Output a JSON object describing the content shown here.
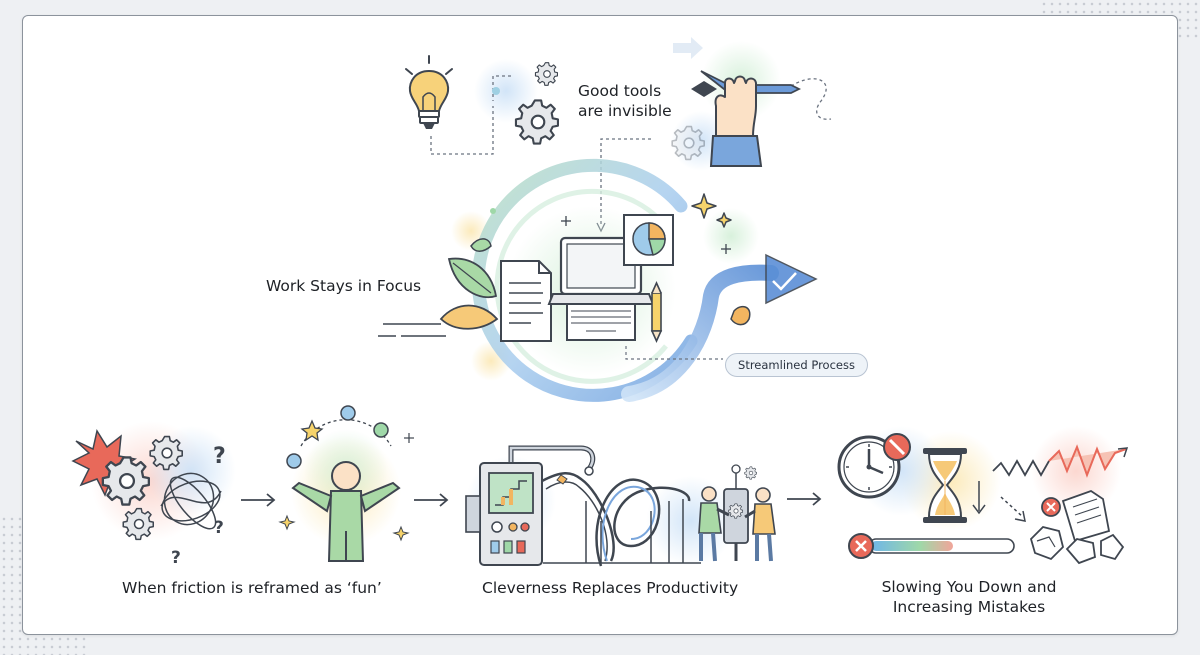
{
  "top": {
    "title_line1": "Good tools",
    "title_line2": "are invisible"
  },
  "middle": {
    "focus_label": "Work Stays in Focus",
    "process_pill": "Streamlined Process"
  },
  "bottom": {
    "friction_label": "When friction is reframed as ‘fun’",
    "cleverness_label": "Cleverness Replaces Productivity",
    "slowing_line1": "Slowing You Down and",
    "slowing_line2": "Increasing Mistakes"
  },
  "colors": {
    "line": "#3f4650",
    "blue": "#5b8fd6",
    "green": "#8fcf9a",
    "orange": "#f2b560",
    "red": "#e8695a",
    "yellow": "#f6d36b"
  },
  "icons": [
    "lightbulb-icon",
    "gear-icon",
    "pen-hand-icon",
    "document-icon",
    "laptop-icon",
    "pie-chart-icon",
    "pencil-icon",
    "arrow-icon",
    "tangled-gears-icon",
    "juggler-icon",
    "rube-goldberg-machine-icon",
    "clock-icon",
    "hourglass-icon",
    "progress-bar-icon",
    "crumpled-paper-icon"
  ]
}
